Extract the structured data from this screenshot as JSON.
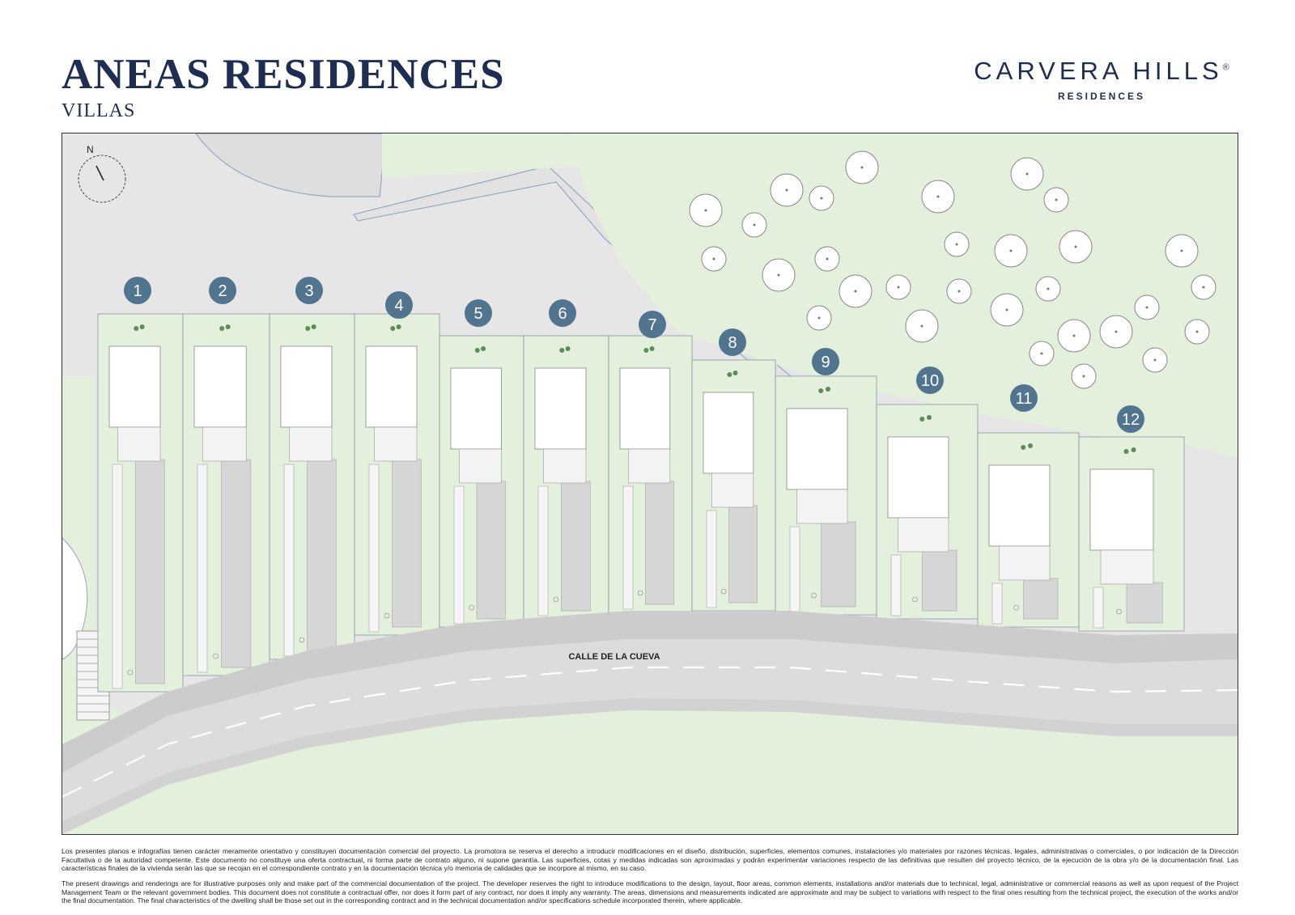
{
  "header": {
    "title": "ANEAS RESIDENCES",
    "subtitle": "VILLAS"
  },
  "brand": {
    "name": "CARVERA HILLS",
    "mark": "®",
    "sub": "RESIDENCES"
  },
  "plan": {
    "north_label": "N",
    "street_label": "CALLE DE LA CUEVA",
    "lots": [
      "1",
      "2",
      "3",
      "4",
      "5",
      "6",
      "7",
      "8",
      "9",
      "10",
      "11",
      "12"
    ]
  },
  "colors": {
    "navy": "#1e2d52",
    "marker": "#52758f",
    "green": "#e3f0dc",
    "paving": "#e4e4e4",
    "road": "#d9d9d9"
  },
  "disclaimer": {
    "es": "Los presentes planos e infografías tienen carácter meramente orientativo y constituyen documentación comercial del proyecto. La promotora se reserva el derecho a introducir modificaciones en el diseño, distribución, superficies, elementos comunes, instalaciones y/o materiales por razones técnicas, legales, administrativas o comerciales, o por indicación de la Dirección Facultativa o de la autoridad competente. Este documento no constituye una oferta contractual, ni forma parte de contrato alguno, ni supone garantía. Las superficies, cotas y medidas indicadas son aproximadas y podrán experimentar variaciones respecto de las definitivas que resulten del proyecto técnico, de la ejecución de la obra y/o de la documentación final. Las características finales de la vivienda serán las que se recojan en el correspondiente contrato y en la documentación técnica y/o memoria de calidades que se incorpore al mismo, en su caso.",
    "en": "The present drawings and renderings are for illustrative purposes only and make part of the commercial documentation of the project. The developer reserves the right to introduce modifications to the design, layout, floor areas, common elements, installations and/or materials due to technical, legal, administrative or commercial reasons as well as upon request of the Project Management Team or the relevant government bodies. This document does not constitute a contractual offer, nor does it form part of any contract, nor does it imply any warranty. The areas, dimensions and measurements indicated are approximate and may be subject to variations with respect to the final ones resulting from the technical project, the execution of the works and/or the final documentation. The final characteristics of the dwelling shall be those set out in the corresponding contract and in the technical documentation and/or specifications schedule incorporated therein, where applicable."
  }
}
